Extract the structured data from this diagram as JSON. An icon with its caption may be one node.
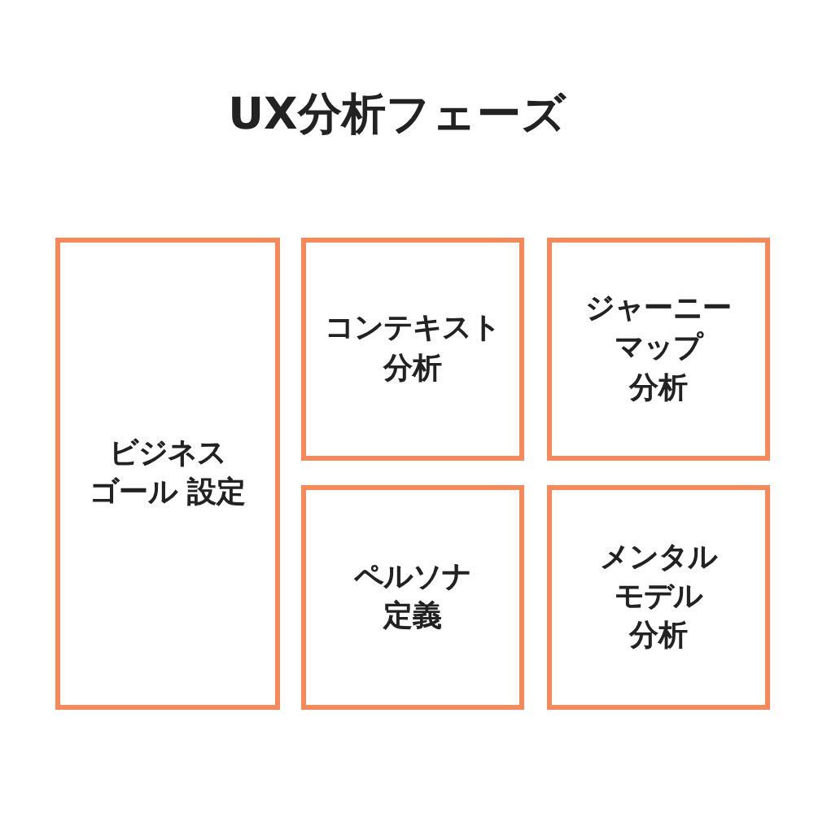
{
  "diagram": {
    "title": "UX分析フェーズ",
    "nodes": [
      {
        "text": [
          "ビジネスゴール 設定"
        ]
      },
      {
        "text": [
          "コンテキスト分析"
        ]
      },
      {
        "text": [
          "ジャーニーマップ分析"
        ]
      },
      {
        "text": [
          "ペルソナ定義"
        ]
      },
      {
        "text": [
          "メンタルモデル分析"
        ]
      }
    ],
    "edges": []
  }
}
